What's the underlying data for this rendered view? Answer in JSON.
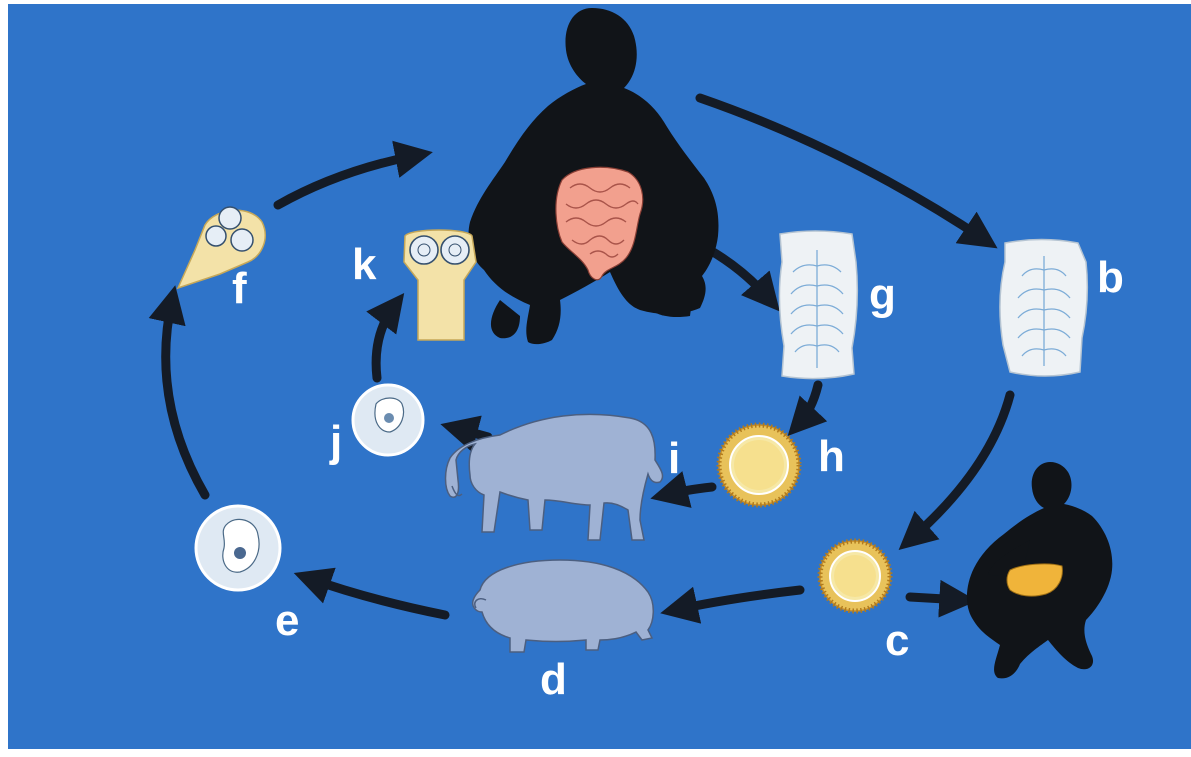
{
  "labels": {
    "b": "b",
    "c": "c",
    "d": "d",
    "e": "e",
    "f": "f",
    "g": "g",
    "h": "h",
    "i": "i",
    "j": "j",
    "k": "k"
  },
  "colors": {
    "background": "#2f74c9",
    "silhouette": "#111418",
    "intestine": "#f2a08e",
    "liver": "#f0b43a",
    "animal": "#9fb2d4",
    "egg_shell": "#e8c25a",
    "egg_inner": "#f6e8a6",
    "proglottid": "#eef2f5",
    "scolex": "#f3e2a8",
    "cyst": "#dfe9f3",
    "arrow": "#141b26",
    "label": "#ffffff"
  }
}
